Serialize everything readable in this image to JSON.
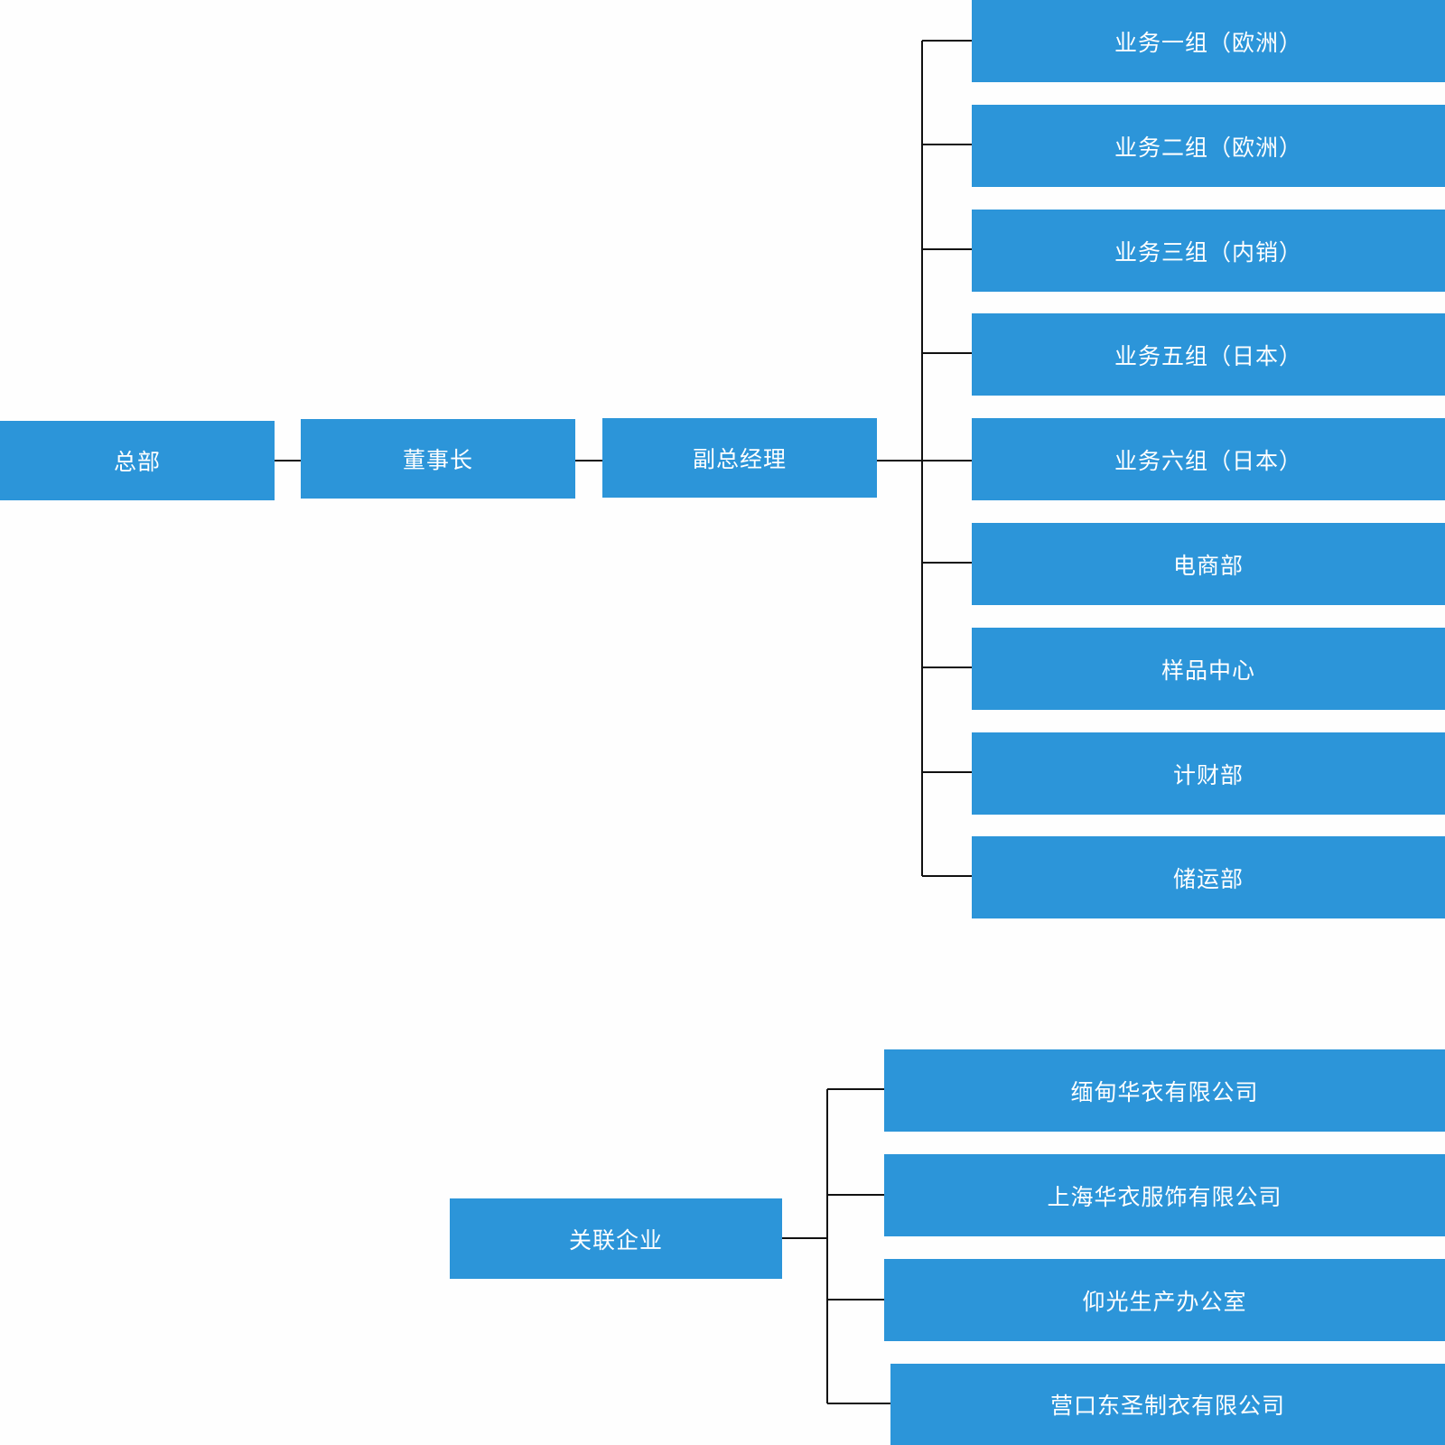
{
  "headquarters": {
    "label": "总部",
    "chairman": "董事长",
    "vice_gm": "副总经理",
    "departments": [
      "业务一组（欧洲）",
      "业务二组（欧洲）",
      "业务三组（内销）",
      "业务五组（日本）",
      "业务六组（日本）",
      "电商部",
      "样品中心",
      "计财部",
      "储运部"
    ]
  },
  "affiliates": {
    "label": "关联企业",
    "companies": [
      "缅甸华衣有限公司",
      "上海华衣服饰有限公司",
      "仰光生产办公室",
      "营口东圣制衣有限公司"
    ]
  },
  "colors": {
    "node_fill": "#2c95d9",
    "node_text": "#ffffff",
    "connector": "#111111",
    "background": "#fefefe"
  }
}
